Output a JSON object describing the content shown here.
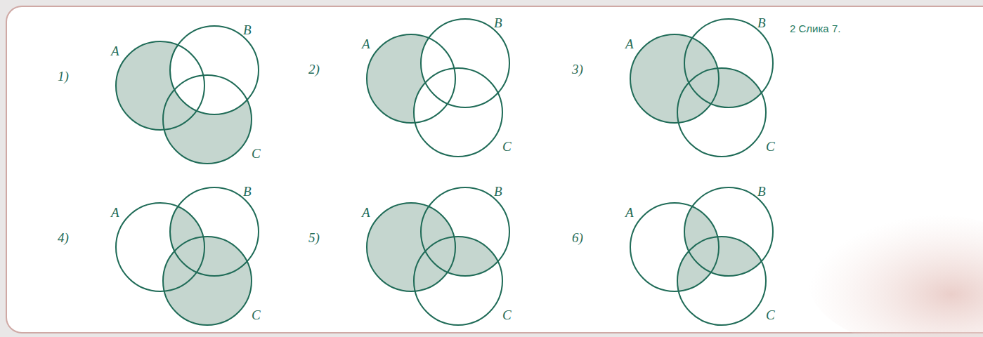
{
  "diagram": {
    "labels": [
      "1)",
      "A",
      "B",
      "C",
      "2)",
      "A",
      "B",
      "C",
      "3)",
      "A",
      "B",
      "C",
      "4)",
      "A",
      "B",
      "C",
      "5)",
      "A",
      "B",
      "C",
      "6)",
      "A",
      "B",
      "C",
      "2 Слика 7."
    ]
  }
}
